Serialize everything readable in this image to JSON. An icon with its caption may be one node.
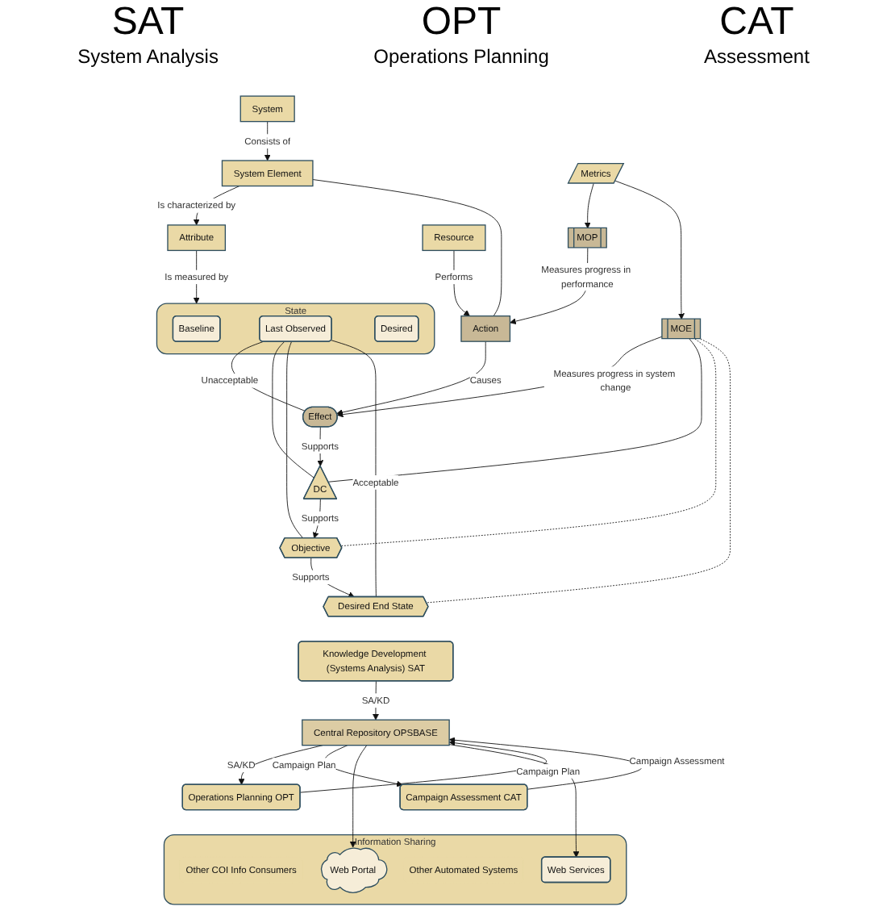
{
  "diagram": {
    "nodes": [
      {
        "text": [
          "System"
        ]
      },
      {
        "text": [
          "System Element"
        ]
      },
      {
        "text": [
          "Attribute"
        ]
      },
      {
        "text": [
          "State"
        ]
      },
      {
        "text": [
          "Baseline"
        ],
        "in": 3
      },
      {
        "text": [
          "Last Observed"
        ],
        "in": 3
      },
      {
        "text": [
          "Desired"
        ],
        "in": 3
      },
      {
        "text": [
          "Resource"
        ]
      },
      {
        "text": [
          "Action"
        ]
      },
      {
        "text": [
          "Effect"
        ]
      },
      {
        "text": [
          "DC"
        ]
      },
      {
        "text": [
          "Objective"
        ]
      },
      {
        "text": [
          "Desired End State"
        ]
      },
      {
        "text": [
          "MOP"
        ]
      },
      {
        "text": [
          "MOE"
        ]
      },
      {
        "text": [
          "Metrics"
        ]
      },
      {
        "text": [
          "Knowledge Development (Systems Analysis) SAT"
        ]
      },
      {
        "text": [
          "Operations Planning OPT"
        ]
      },
      {
        "text": [
          "Central Repository OPSBASE"
        ]
      },
      {
        "text": [
          "Information Sharing"
        ]
      },
      {
        "text": [
          "Other COI Info Consumers"
        ],
        "in": 19
      },
      {
        "text": [
          "Web Portal"
        ],
        "in": 19
      },
      {
        "text": [
          "Other Automated Systems"
        ],
        "in": 19
      },
      {
        "text": [
          "Web Services"
        ],
        "in": 19
      },
      {
        "text": [
          "Campaign Assessment CAT"
        ]
      }
    ],
    "edges": [
      {
        "from": 0,
        "to": 1,
        "arrow": "to",
        "label": "Consists of"
      },
      {
        "from": 1,
        "to": 2,
        "arrow": "to",
        "label": "Is characterized by"
      },
      {
        "from": 2,
        "to": 3,
        "arrow": "to",
        "label": "Is measured by"
      },
      {
        "from": 1,
        "to": 8,
        "arrow": "none"
      },
      {
        "from": 7,
        "to": 8,
        "arrow": "to",
        "label": "Performs"
      },
      {
        "from": 8,
        "to": 9,
        "arrow": "to",
        "label": "Causes"
      },
      {
        "from": 9,
        "to": 10,
        "arrow": "to",
        "label": "Supports"
      },
      {
        "from": 10,
        "to": 11,
        "arrow": "to",
        "label": "Supports"
      },
      {
        "from": 11,
        "to": 12,
        "arrow": "to",
        "label": "Supports"
      },
      {
        "from": 13,
        "to": 8,
        "arrow": "to",
        "label": "Measures progress in performance"
      },
      {
        "from": 14,
        "to": 9,
        "arrow": "to",
        "label": "Measures progress in system change"
      },
      {
        "from": 15,
        "to": 13,
        "arrow": "to"
      },
      {
        "from": 15,
        "to": 14,
        "arrow": "to"
      },
      {
        "from": 14,
        "to": 10,
        "arrow": "none"
      },
      {
        "from": 14,
        "to": 11,
        "arrow": "none",
        "style": "dashed"
      },
      {
        "from": 14,
        "to": 12,
        "arrow": "none",
        "style": "dashed"
      },
      {
        "from": 5,
        "to": 9,
        "arrow": "none",
        "label": "Unacceptable"
      },
      {
        "from": 5,
        "to": 10,
        "arrow": "none"
      },
      {
        "from": 5,
        "to": 11,
        "arrow": "none"
      },
      {
        "from": 5,
        "to": 12,
        "arrow": "none",
        "label": "Acceptable"
      },
      {
        "from": 16,
        "to": 18,
        "arrow": "to",
        "label": "SA/KD"
      },
      {
        "from": 17,
        "to": 18,
        "arrow": "to",
        "label": "Campaign Plan"
      },
      {
        "from": 18,
        "to": 17,
        "arrow": "to",
        "label": "SA/KD"
      },
      {
        "from": 24,
        "to": 18,
        "arrow": "to",
        "label": "Campaign Assessment"
      },
      {
        "from": 18,
        "to": 24,
        "arrow": "to",
        "label": "Campaign Plan"
      },
      {
        "from": 18,
        "to": 21,
        "arrow": "to"
      },
      {
        "from": 18,
        "to": 23,
        "arrow": "to"
      }
    ],
    "labels": [
      "SAT",
      "OPT",
      "CAT",
      "System Analysis",
      "Operations Planning",
      "Assessment"
    ]
  }
}
